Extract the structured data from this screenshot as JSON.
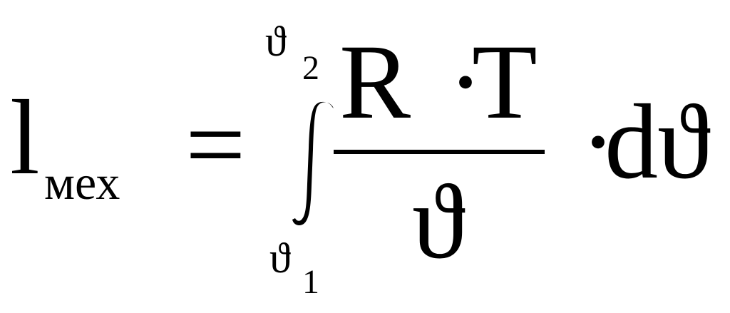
{
  "formula": {
    "lhs": {
      "symbol": "l",
      "subscript": "мех"
    },
    "equals": "=",
    "integral": {
      "upper_limit": {
        "symbol": "ϑ",
        "index": "2"
      },
      "lower_limit": {
        "symbol": "ϑ",
        "index": "1"
      }
    },
    "numerator": {
      "left": "R",
      "operator": "·",
      "right": "T"
    },
    "denominator": "ϑ",
    "differential": {
      "operator": "·",
      "d": "d",
      "variable": "ϑ"
    }
  }
}
